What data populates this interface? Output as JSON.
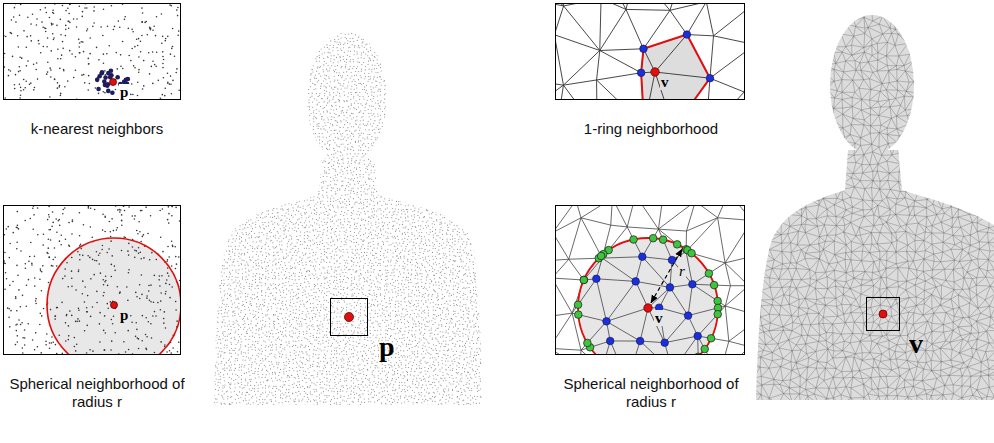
{
  "diagram": {
    "nodes": [
      {
        "text": [
          "k-nearest neighbors"
        ]
      },
      {
        "text": [
          "Spherical neighborhood of radius r"
        ]
      },
      {
        "text": [
          "p"
        ]
      },
      {
        "text": [
          "1-ring neighborhood"
        ]
      },
      {
        "text": [
          "Spherical neighborhood of radius r"
        ]
      },
      {
        "text": [
          "v"
        ]
      }
    ],
    "labels": [
      "p",
      "p",
      "v",
      "v",
      "r"
    ]
  }
}
